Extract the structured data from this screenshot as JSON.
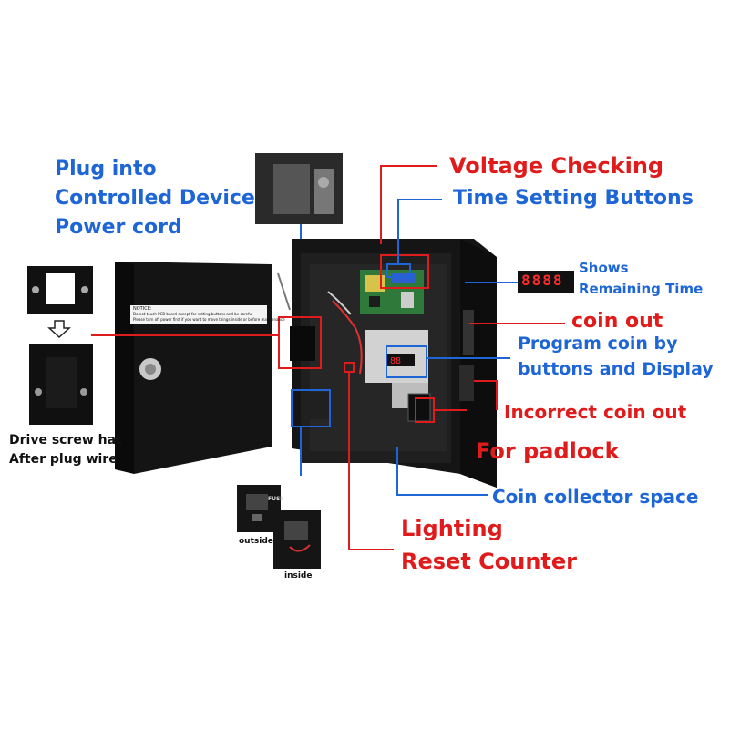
{
  "labels": {
    "plug_line1": "Plug into",
    "plug_line2": "Controlled Device",
    "plug_line3": "Power cord",
    "voltage": "Voltage Checking",
    "time_buttons": "Time Setting Buttons",
    "shows_line1": "Shows",
    "shows_line2": "Remaining Time",
    "coin_out": "coin out",
    "program_line1": "Program coin by",
    "program_line2": "buttons and Display",
    "incorrect": "Incorrect coin out",
    "padlock": "For padlock",
    "collector": "Coin collector space",
    "lighting": "Lighting",
    "reset": "Reset Counter",
    "drive_line1": "Drive screw hat",
    "drive_line2": "After plug wire",
    "outside": "outside",
    "inside": "inside",
    "fuse": "FUSE"
  },
  "display_digits": "8888",
  "notice": {
    "title": "NOTICE:",
    "line1": "Do not touch PCB board except for setting buttons and be careful",
    "line2": "Please turn off power first if you want to move things inside or before maintenance"
  },
  "colors": {
    "blue": "#1e66d6",
    "red": "#e01b1b",
    "cabinet": "#1a1a1a",
    "pcb": "#2f7a3a",
    "led": "#ff2a2a"
  }
}
